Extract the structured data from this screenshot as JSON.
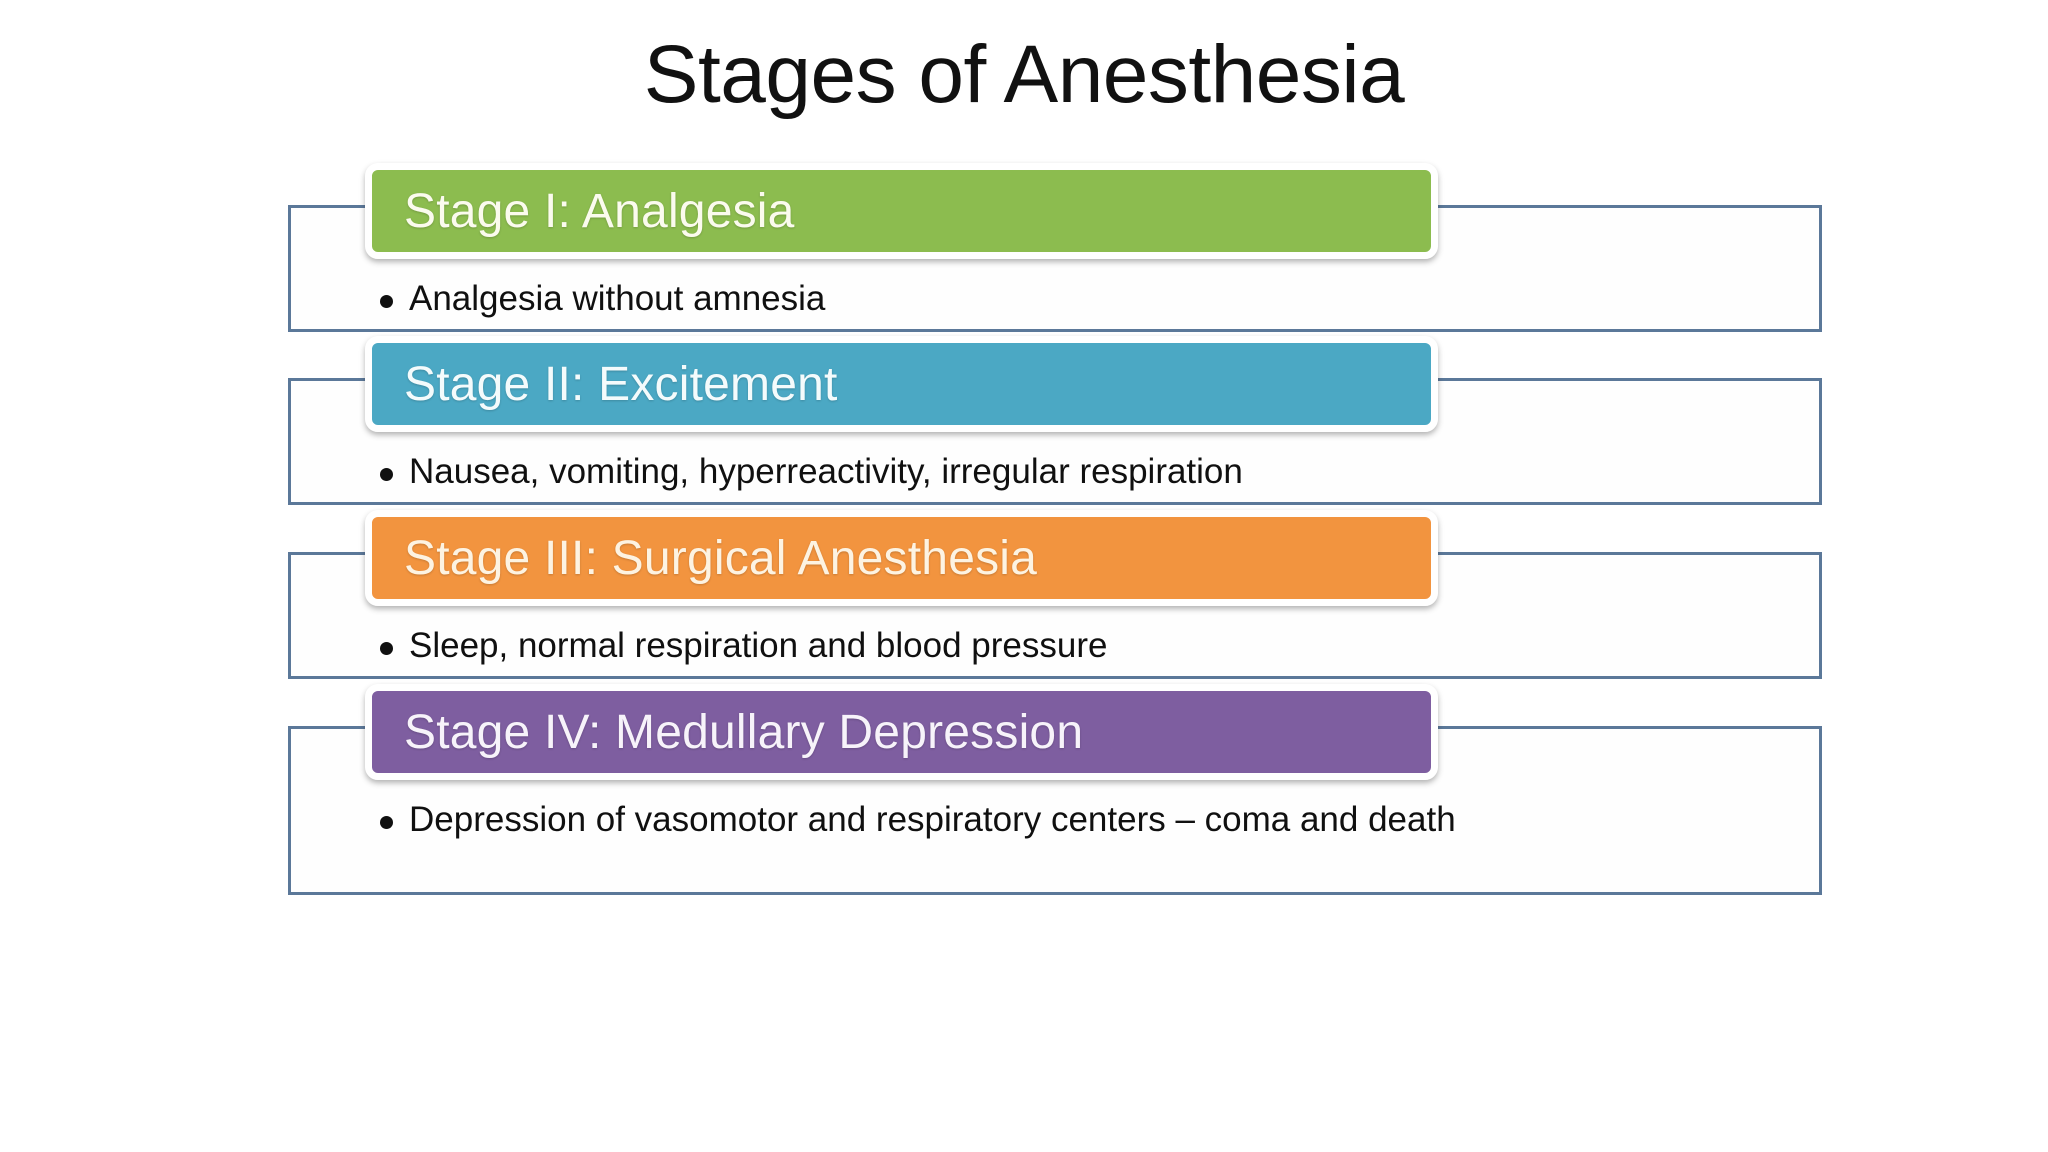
{
  "title": "Stages of Anesthesia",
  "background_color": "#ffffff",
  "bracket_color": "#5b7899",
  "stages": [
    {
      "id": "stage-1",
      "header": "Stage I: Analgesia",
      "color": "#8cbc4f",
      "text_color": "#fbfbee",
      "bullets": [
        "Analgesia without amnesia"
      ]
    },
    {
      "id": "stage-2",
      "header": "Stage II: Excitement",
      "color": "#4ba8c4",
      "text_color": "#f4fbfc",
      "bullets": [
        "Nausea, vomiting, hyperreactivity, irregular respiration"
      ]
    },
    {
      "id": "stage-3",
      "header": "Stage III: Surgical Anesthesia",
      "color": "#f2943f",
      "text_color": "#fdf3e2",
      "bullets": [
        "Sleep, normal respiration and blood pressure"
      ]
    },
    {
      "id": "stage-4",
      "header": "Stage IV: Medullary Depression",
      "color": "#7e5ea0",
      "text_color": "#f7f3fa",
      "bullets": [
        "Depression of vasomotor and respiratory centers – coma and death"
      ]
    }
  ]
}
